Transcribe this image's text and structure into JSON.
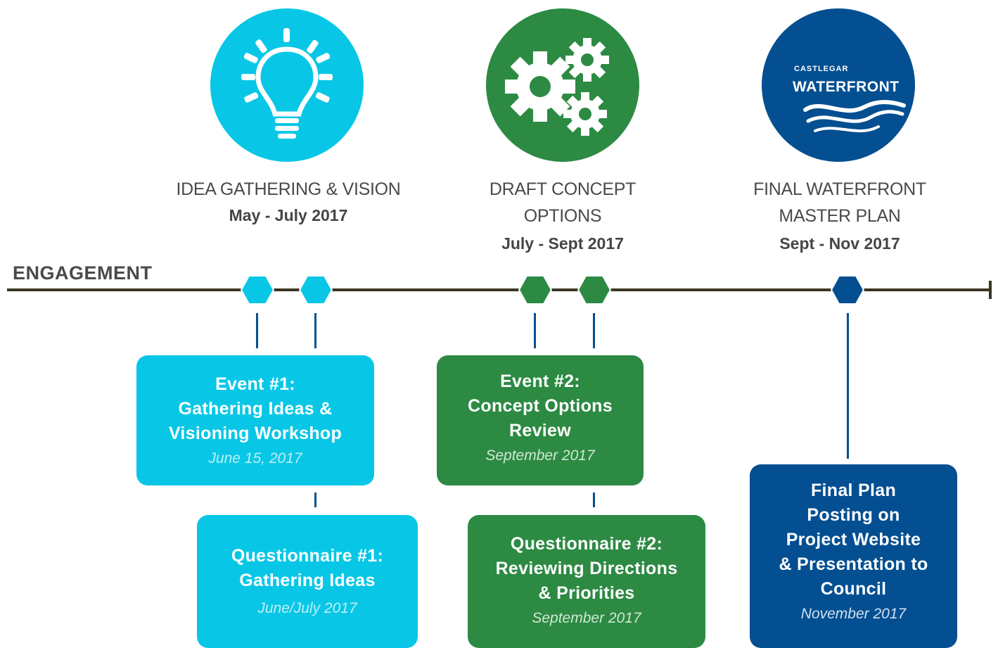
{
  "engagement_label": "ENGAGEMENT",
  "colors": {
    "cyan": "#08c7e6",
    "green": "#2d8a43",
    "blue": "#044f91",
    "timeline": "#3b3522"
  },
  "phases": [
    {
      "icon": "lightbulb-icon",
      "title_lines": [
        "IDEA GATHERING & VISION"
      ],
      "date": "May - July 2017"
    },
    {
      "icon": "gears-icon",
      "title_lines": [
        "DRAFT CONCEPT",
        "OPTIONS"
      ],
      "date": "July - Sept 2017"
    },
    {
      "icon": "castlegar-waterfront-logo",
      "logo_small": "CASTLEGAR",
      "logo_big": "WATERFRONT",
      "title_lines": [
        "FINAL WATERFRONT",
        "MASTER PLAN"
      ],
      "date": "Sept - Nov 2017"
    }
  ],
  "events": [
    {
      "title": "Event #1:\nGathering Ideas &\nVisioning Workshop",
      "date": "June 15, 2017"
    },
    {
      "title": "Questionnaire #1:\nGathering Ideas",
      "date": "June/July 2017"
    },
    {
      "title": "Event #2:\nConcept Options\nReview",
      "date": "September 2017"
    },
    {
      "title": "Questionnaire #2:\nReviewing Directions\n& Priorities",
      "date": "September 2017"
    },
    {
      "title": "Final Plan\nPosting on\nProject Website\n& Presentation to\nCouncil",
      "date": "November 2017"
    }
  ]
}
